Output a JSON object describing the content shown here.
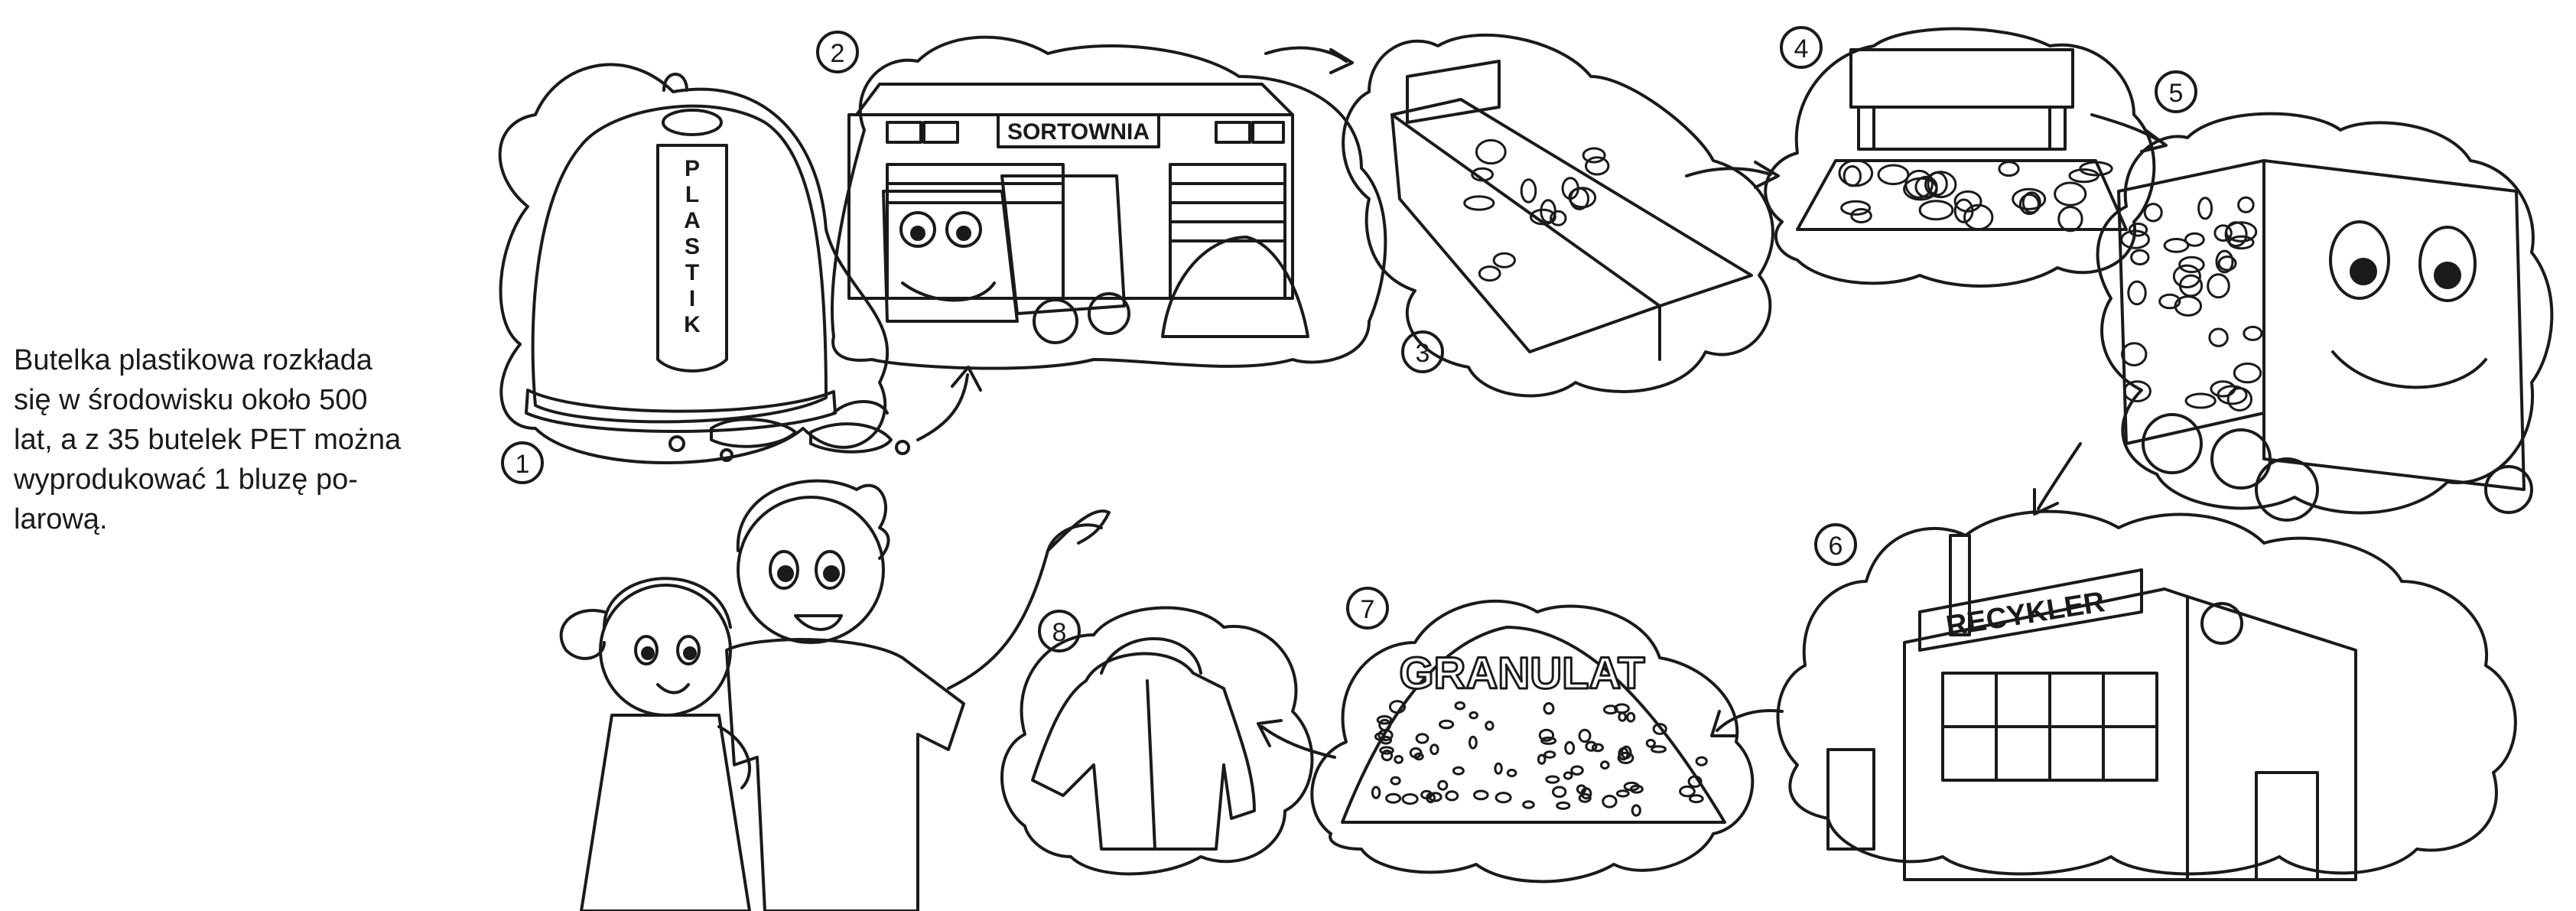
{
  "intro": {
    "lines": [
      "Butelka plastikowa rozkłada",
      "się w środowisku około 500",
      "lat, a z 35 butelek PET można",
      "wyprodukować 1 bluzę po-",
      "larową."
    ]
  },
  "labels": {
    "bin": "PLASTIK",
    "sorting_building": "SORTOWNIA",
    "recycler_building": "RECYKLER",
    "granulate": "GRANULAT"
  },
  "steps": [
    "1",
    "2",
    "3",
    "4",
    "5",
    "6",
    "7",
    "8"
  ],
  "colors": {
    "line": "#1a1a1a",
    "paper": "#ffffff"
  }
}
